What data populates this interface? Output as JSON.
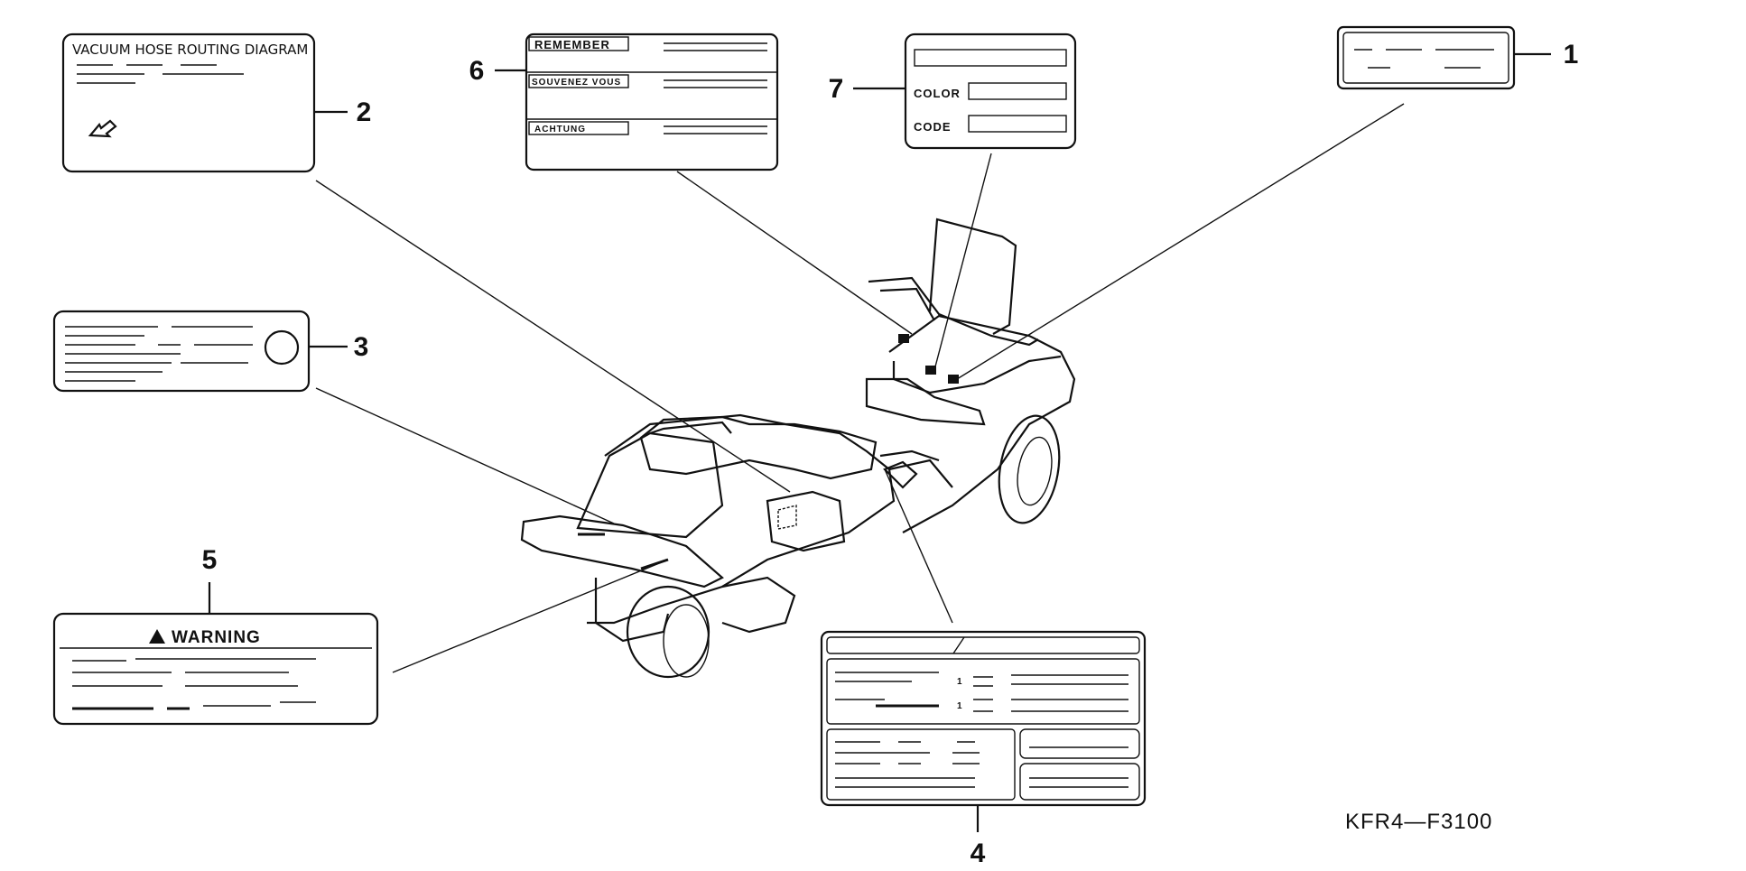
{
  "diagram_code": "KFR4—F3100",
  "labels": {
    "vacuum_title": "VACUUM HOSE ROUTING DIAGRAM",
    "remember": "REMEMBER",
    "souvenez": "SOUVENEZ VOUS",
    "achtung": "ACHTUNG",
    "color": "COLOR",
    "code": "CODE",
    "warning": "WARNING"
  },
  "callouts": {
    "c1": "1",
    "c2": "2",
    "c3": "3",
    "c4": "4",
    "c5": "5",
    "c6": "6",
    "c7": "7"
  }
}
